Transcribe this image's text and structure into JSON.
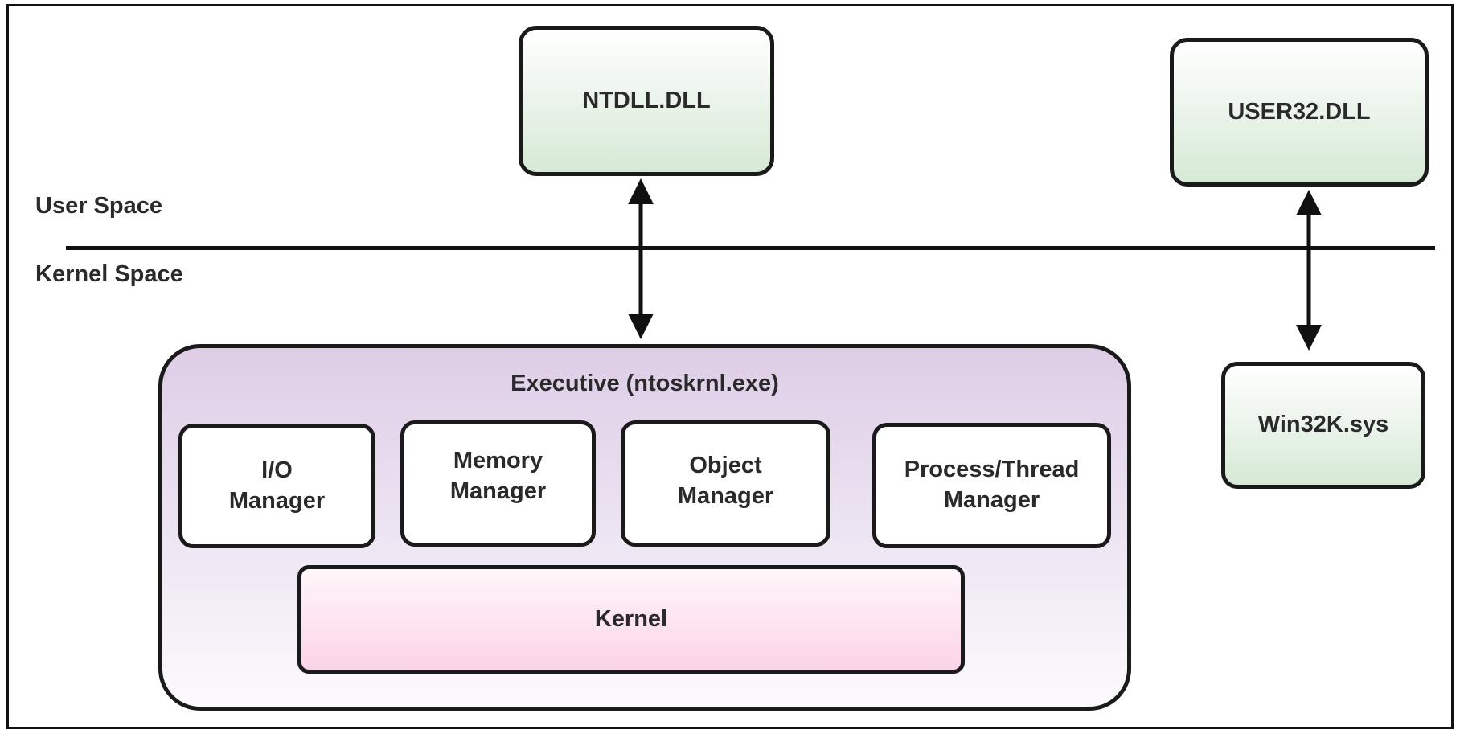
{
  "labels": {
    "user_space": "User Space",
    "kernel_space": "Kernel Space"
  },
  "user_mode": {
    "ntdll": "NTDLL.DLL",
    "user32": "USER32.DLL"
  },
  "kernel_mode": {
    "executive_title": "Executive (ntoskrnl.exe)",
    "managers": [
      {
        "line1": "I/O",
        "line2": "Manager"
      },
      {
        "line1": "Memory",
        "line2": "Manager"
      },
      {
        "line1": "Object",
        "line2": "Manager"
      },
      {
        "line1": "Process/Thread",
        "line2": "Manager"
      }
    ],
    "kernel": "Kernel",
    "win32k": "Win32K.sys"
  },
  "colors": {
    "dll_fill": "#d6e9d6",
    "executive_fill": "#ddcde6",
    "kernel_fill": "#fcd3e8",
    "stroke": "#1a1a1a"
  }
}
